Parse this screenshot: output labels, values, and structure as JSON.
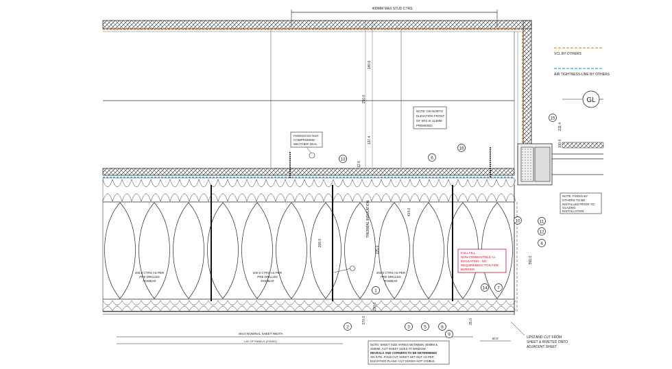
{
  "dimensions": {
    "top_span": "400MM MAX STUD CTRS",
    "nominal_width": "494.0 NOMINAL SHEET WIDTH",
    "lay_panels": "LAY OF PANELS (FIXING)",
    "right_base": "60.0",
    "v1": "140.0",
    "v2": "250.0",
    "v3": "137.4",
    "v4": "12.6",
    "v5": "414.0",
    "v6": "225.0",
    "v7": "200.0",
    "v8": "270.0",
    "v9": "250.0",
    "v10": "211.4",
    "v11": "100.0",
    "v12": "35.0",
    "v13": "550.0",
    "insulation": "THERMAL INSULATION"
  },
  "legend": {
    "item1": "VCL BY OTHERS",
    "item2": "AIR TIGHTNESS LINE BY OTHERS",
    "gl": "GL"
  },
  "notes": {
    "north": [
      "NOTE: ON NORTH",
      "ELEVATION FRONT",
      "OF SFS IS 114MM",
      "PREMISED."
    ],
    "fixings": [
      "FIXINGS DO NOT",
      "COMPROMISE",
      "WEATHER SEAL"
    ],
    "fixing_right": [
      "NOTE: FIXING BY",
      "OTHERS TO BE",
      "INSTALLED PRIOR TO",
      "GLAZING",
      "INSTALLATION"
    ],
    "fire": [
      "FULL FILL",
      "NON-COMBUSTIBLE A1",
      "INSULATION - NO",
      "REQUIREMENT FOR FIRE",
      "BARRIER"
    ],
    "bottom": [
      "NOTE: SHEET SIZE VARIES BETWEEN 400MM &",
      "250MM. CUT SHEET SIZES AT WINDOW",
      "REVEALS AND CORNERS TO BE DETERMINED",
      "ON SITE. FOLD CUT SHEET SET OUT AS PER",
      "ELEVATION PLANS. CUT EDGES NOT VISIBLE."
    ],
    "upstand": [
      "UPSTAND CUT FROM",
      "SHEET & RIVETED ONTO",
      "ADJACENT SHEET"
    ],
    "bar1": [
      "200.0 CTRS AS PER",
      "PRE DRILLED",
      "RODBAR"
    ],
    "bar2": [
      "200.0 CTRS AS PER",
      "PRE DRILLED",
      "RODBAR"
    ],
    "bar3": [
      "200.0 CTRS AS PER",
      "PRE DRILLED",
      "RODBAR"
    ]
  },
  "callouts": [
    "1",
    "2",
    "3",
    "4",
    "5",
    "6",
    "7",
    "8",
    "9",
    "10",
    "11",
    "12",
    "13",
    "14",
    "15",
    "16"
  ],
  "colors": {
    "line": "#1a1a1a",
    "vcl": "#f28c28",
    "air": "#2aa8e0",
    "fire": "#c8102e"
  }
}
